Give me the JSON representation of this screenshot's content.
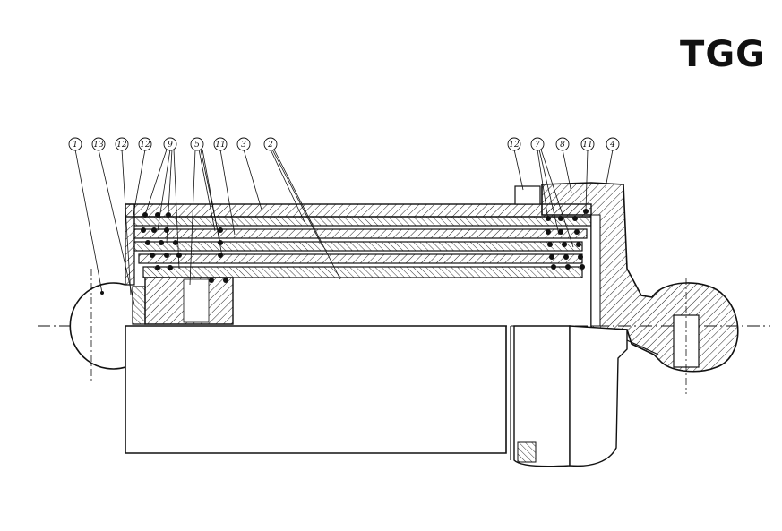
{
  "title": "TGG",
  "callouts": {
    "c1": "1",
    "c13": "13",
    "c12a": "12",
    "c12b": "12",
    "c9": "9",
    "c5": "5",
    "c11a": "11",
    "c3": "3",
    "c2": "2",
    "c12c": "12",
    "c7": "7",
    "c8": "8",
    "c11b": "11",
    "c4": "4"
  },
  "colors": {
    "ink": "#111111",
    "paper": "#ffffff"
  }
}
